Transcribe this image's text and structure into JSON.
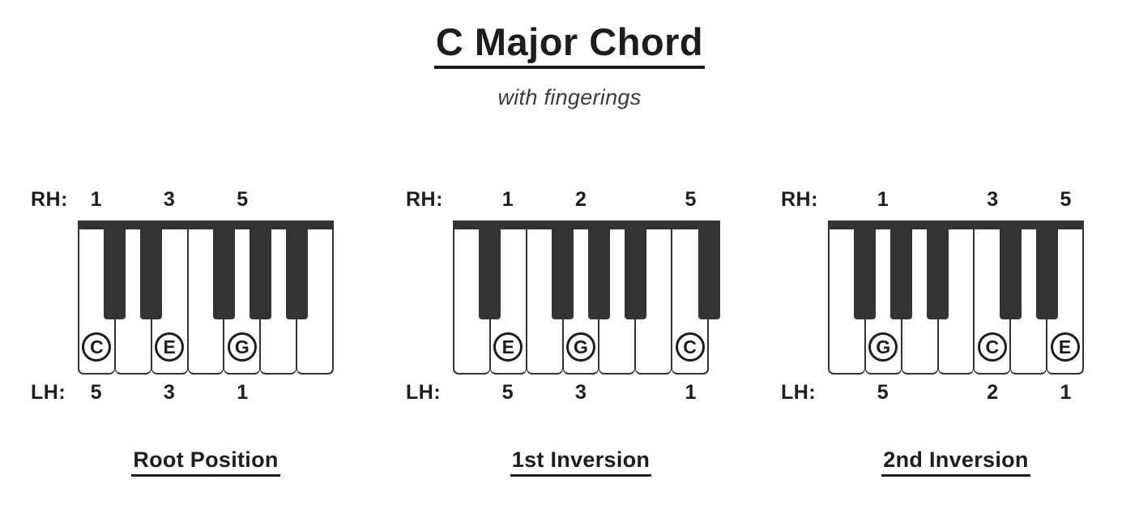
{
  "header": {
    "title": "C Major Chord",
    "subtitle": "with fingerings"
  },
  "labels": {
    "right_hand": "RH:",
    "left_hand": "LH:"
  },
  "colors": {
    "ink": "#1d1d1d",
    "key_dark": "#333333",
    "key_white": "#ffffff",
    "background": "#ffffff"
  },
  "keyboards": [
    {
      "id": "root-position",
      "caption": "Root Position",
      "white_key_count": 7,
      "black_key_positions": [
        1,
        2,
        4,
        5,
        6
      ],
      "notes": [
        {
          "white_index": 1,
          "label": "C",
          "rh": "1",
          "lh": "5"
        },
        {
          "white_index": 3,
          "label": "E",
          "rh": "3",
          "lh": "3"
        },
        {
          "white_index": 5,
          "label": "G",
          "rh": "5",
          "lh": "1"
        }
      ]
    },
    {
      "id": "first-inversion",
      "caption": "1st Inversion",
      "white_key_count": 7,
      "black_key_positions": [
        1,
        3,
        4,
        5,
        7
      ],
      "notes": [
        {
          "white_index": 2,
          "label": "E",
          "rh": "1",
          "lh": "5"
        },
        {
          "white_index": 4,
          "label": "G",
          "rh": "2",
          "lh": "3"
        },
        {
          "white_index": 7,
          "label": "C",
          "rh": "5",
          "lh": "1"
        }
      ]
    },
    {
      "id": "second-inversion",
      "caption": "2nd Inversion",
      "white_key_count": 7,
      "black_key_positions": [
        1,
        2,
        3,
        5,
        6
      ],
      "notes": [
        {
          "white_index": 2,
          "label": "G",
          "rh": "1",
          "lh": "5"
        },
        {
          "white_index": 5,
          "label": "C",
          "rh": "3",
          "lh": "2"
        },
        {
          "white_index": 7,
          "label": "E",
          "rh": "5",
          "lh": "1"
        }
      ]
    }
  ]
}
